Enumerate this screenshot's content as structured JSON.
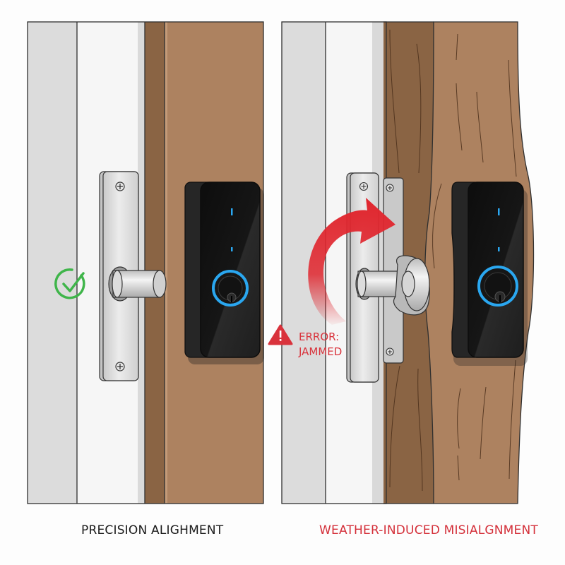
{
  "figure": {
    "type": "comparison-illustration",
    "subject": "smart lock deadbolt alignment"
  },
  "left_panel": {
    "caption": "PRECISION ALIGHMENT",
    "status_icon": "check-circle-icon",
    "status_color": "#3fb54a",
    "lock": {
      "indicator_color": "#2aa7f0",
      "body_color": "#141414"
    }
  },
  "right_panel": {
    "caption": "WEATHER-INDUCED MISIALGNMENT",
    "caption_color": "#d4303a",
    "warning_icon": "warning-triangle-icon",
    "error_line1": "ERROR:",
    "error_line2": "JAMMED",
    "error_color": "#d9333c",
    "arrow_icon": "rotate-arrow-icon",
    "lock": {
      "indicator_color": "#2aa7f0",
      "body_color": "#141414"
    }
  },
  "colors": {
    "frame_gray": "#dcdcdc",
    "frame_white": "#f6f6f6",
    "wood_dark": "#8a6444",
    "wood_light": "#ad8260",
    "metal": "#d8d8d8",
    "outline": "#2b2b2b"
  }
}
